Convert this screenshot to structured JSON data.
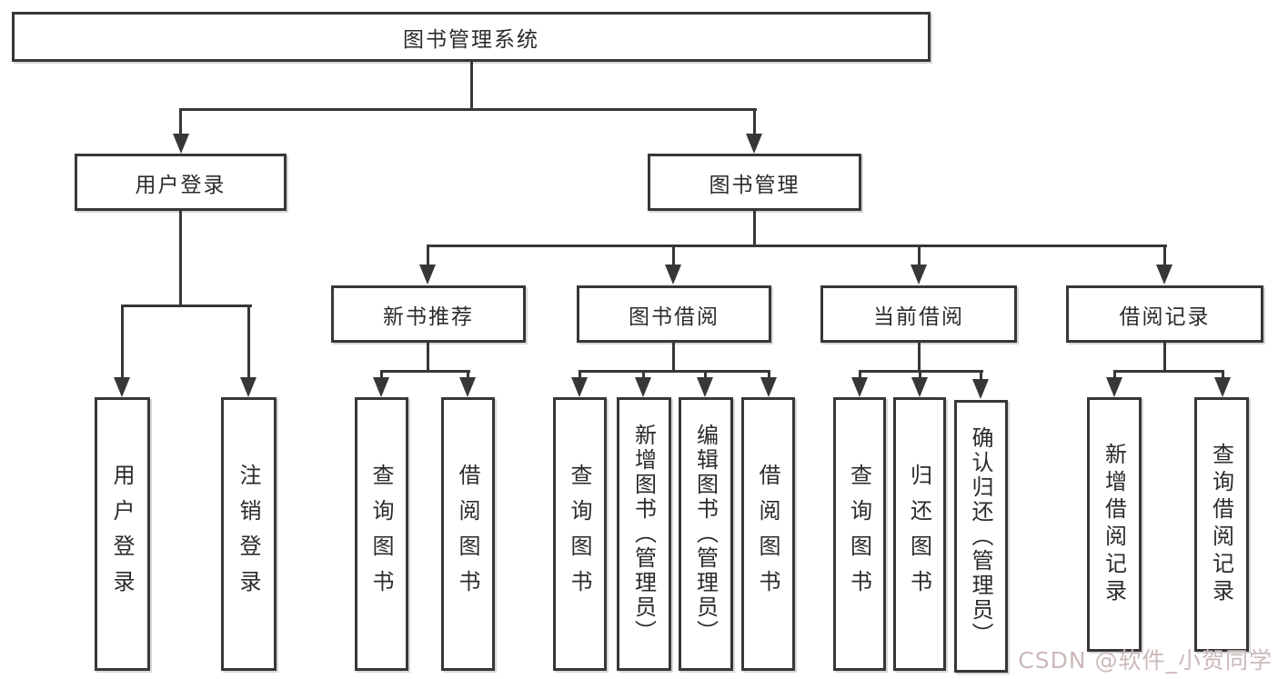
{
  "nodes": {
    "root": {
      "label": "图书管理系统"
    },
    "user_login": {
      "label": "用户登录"
    },
    "book_management": {
      "label": "图书管理"
    },
    "new_book_recommend": {
      "label": "新书推荐"
    },
    "book_borrow": {
      "label": "图书借阅"
    },
    "current_borrow": {
      "label": "当前借阅"
    },
    "borrow_records": {
      "label": "借阅记录"
    },
    "login": {
      "label": "用户登录"
    },
    "logout": {
      "label": "注销登录"
    },
    "recommend_query": {
      "label": "查询图书"
    },
    "recommend_borrow": {
      "label": "借阅图书"
    },
    "borrow_query": {
      "label": "查询图书"
    },
    "borrow_add": {
      "label": "新增图书（管理员）"
    },
    "borrow_edit": {
      "label": "编辑图书（管理员）"
    },
    "borrow_book": {
      "label": "借阅图书"
    },
    "current_query": {
      "label": "查询图书"
    },
    "current_return": {
      "label": "归还图书"
    },
    "current_confirm": {
      "label": "确认归还（管理员）"
    },
    "records_add": {
      "label": "新增借阅记录"
    },
    "records_query": {
      "label": "查询借阅记录"
    }
  },
  "edges": [
    [
      "图书管理系统",
      "用户登录"
    ],
    [
      "图书管理系统",
      "图书管理"
    ],
    [
      "用户登录",
      "用户登录"
    ],
    [
      "用户登录",
      "注销登录"
    ],
    [
      "图书管理",
      "新书推荐"
    ],
    [
      "图书管理",
      "图书借阅"
    ],
    [
      "图书管理",
      "当前借阅"
    ],
    [
      "图书管理",
      "借阅记录"
    ],
    [
      "新书推荐",
      "查询图书"
    ],
    [
      "新书推荐",
      "借阅图书"
    ],
    [
      "图书借阅",
      "查询图书"
    ],
    [
      "图书借阅",
      "新增图书（管理员）"
    ],
    [
      "图书借阅",
      "编辑图书（管理员）"
    ],
    [
      "图书借阅",
      "借阅图书"
    ],
    [
      "当前借阅",
      "查询图书"
    ],
    [
      "当前借阅",
      "归还图书"
    ],
    [
      "当前借阅",
      "确认归还（管理员）"
    ],
    [
      "借阅记录",
      "新增借阅记录"
    ],
    [
      "借阅记录",
      "查询借阅记录"
    ]
  ],
  "watermark": {
    "label": "CSDN @软件_小贺同学"
  },
  "colors": {
    "line": "#373737",
    "box_border": "#373737",
    "text": "#2b2b2b",
    "background": "#ffffff",
    "watermark": "#ccb9b9"
  }
}
